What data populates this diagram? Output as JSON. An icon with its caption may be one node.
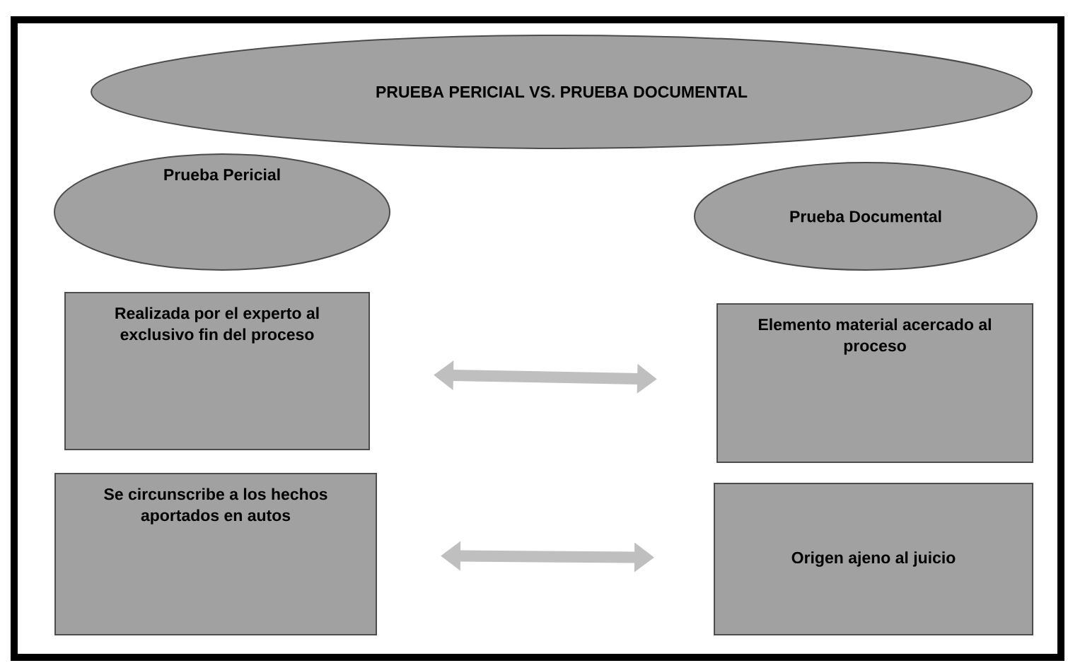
{
  "diagram": {
    "nodes": [
      {
        "text": [
          "PRUEBA PERICIAL  VS. PRUEBA DOCUMENTAL"
        ]
      },
      {
        "text": [
          "Prueba Pericial"
        ]
      },
      {
        "text": [
          "Prueba Documental"
        ]
      },
      {
        "text": [
          "Realizada por el experto al exclusivo fin del proceso"
        ]
      },
      {
        "text": [
          "Elemento material acercado al proceso"
        ]
      },
      {
        "text": [
          "Se circunscribe  a los hechos aportados en autos"
        ]
      },
      {
        "text": [
          "Origen ajeno al juicio"
        ]
      }
    ],
    "edges": [
      {
        "from": 3,
        "to": 4,
        "arrow": "both"
      },
      {
        "from": 5,
        "to": 6,
        "arrow": "both"
      }
    ]
  }
}
